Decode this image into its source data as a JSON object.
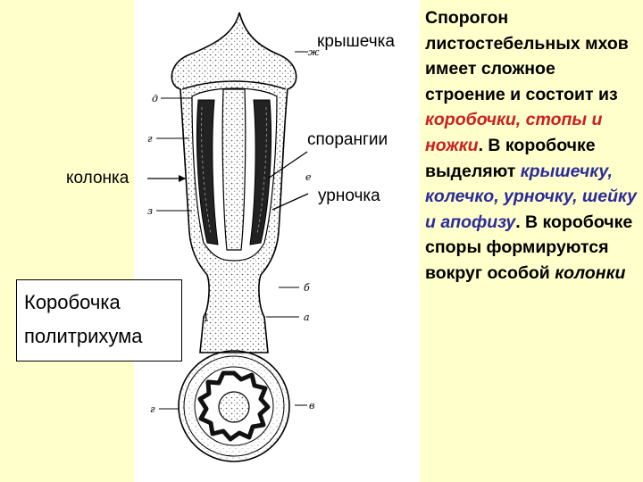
{
  "labels": {
    "lid": "крышечка",
    "sporangia": "спорангии",
    "column": "колонка",
    "urn": "урночка"
  },
  "caption": {
    "line1": "Коробочка",
    "line2": "политрихума"
  },
  "figure_letters": [
    "ж",
    "д",
    "г",
    "е",
    "з",
    "б",
    "а",
    "г",
    "в",
    "1"
  ],
  "description": {
    "p1": "Спорогон листостебельных мхов имеет сложное строение и состоит из",
    "red1": "коробочки,",
    "red2": "стопы и ножки",
    "p2": ". В коробочке выделяют",
    "blue1": "крышечку, колечко, урночку, шейку и апофизу",
    "p3": ". В коробочке споры формируются вокруг особой",
    "italic_end": "колонки"
  },
  "colors": {
    "background": "#ffffcc",
    "red": "#cc1f1f",
    "blue": "#2b2b9b"
  }
}
